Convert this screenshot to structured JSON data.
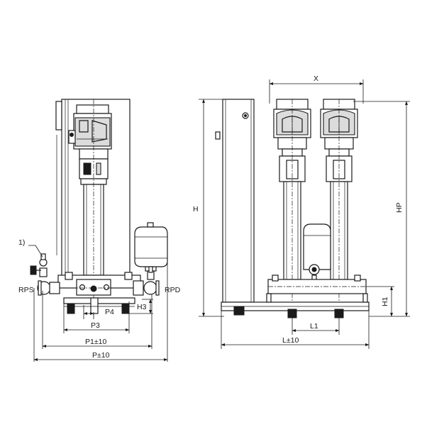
{
  "labels": {
    "note": "1)",
    "rps": "RPS",
    "rpd": "RPD",
    "h3": "H3",
    "p4": "P4",
    "p3": "P3",
    "p1": "P1±10",
    "p": "P±10",
    "x": "X",
    "h": "H",
    "hp": "HP",
    "h1": "H1",
    "l1": "L1",
    "l": "L±10"
  }
}
